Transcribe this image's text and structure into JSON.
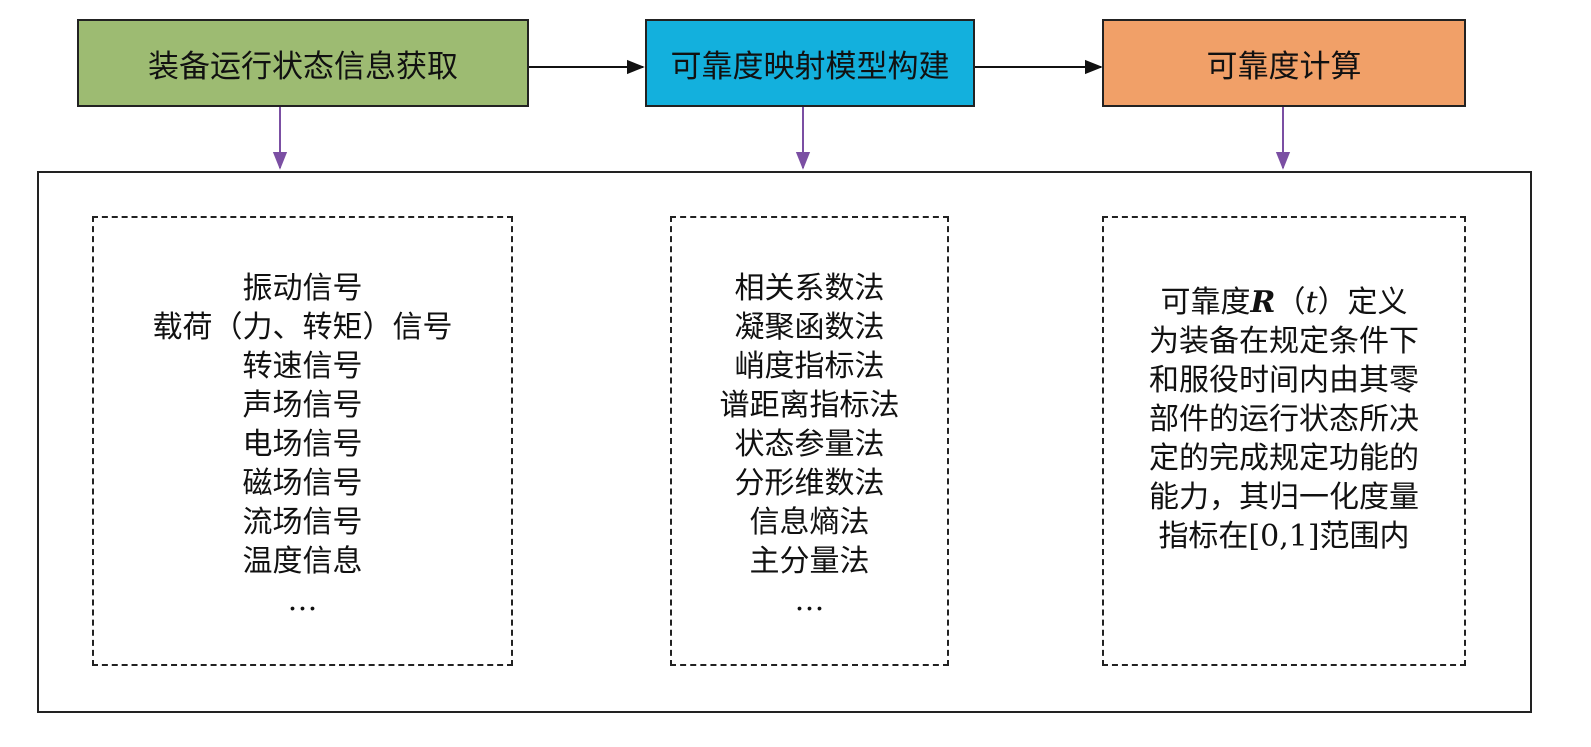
{
  "stages": [
    {
      "label": "装备运行状态信息获取",
      "color": "#9dbb72"
    },
    {
      "label": "可靠度映射模型构建",
      "color": "#13b0dd"
    },
    {
      "label": "可靠度计算",
      "color": "#f1a068"
    }
  ],
  "signals": [
    "振动信号",
    "载荷（力、转矩）信号",
    "转速信号",
    "声场信号",
    "电场信号",
    "磁场信号",
    "流场信号",
    "温度信息",
    "…"
  ],
  "methods": [
    "相关系数法",
    "凝聚函数法",
    "峭度指标法",
    "谱距离指标法",
    "状态参量法",
    "分形维数法",
    "信息熵法",
    "主分量法",
    "…"
  ],
  "definition": {
    "prefix": "可靠度",
    "symbol": "R",
    "open_paren": "（",
    "variable": "t",
    "close_paren": "）",
    "body": "定义为装备在规定条件下和服役时间内由其零部件的运行状态所决定的完成规定功能的能力，其归一化度量指标在[0,1]范围内"
  },
  "colors": {
    "arrow_horizontal": "#111111",
    "arrow_vertical": "#7b4fa3"
  }
}
